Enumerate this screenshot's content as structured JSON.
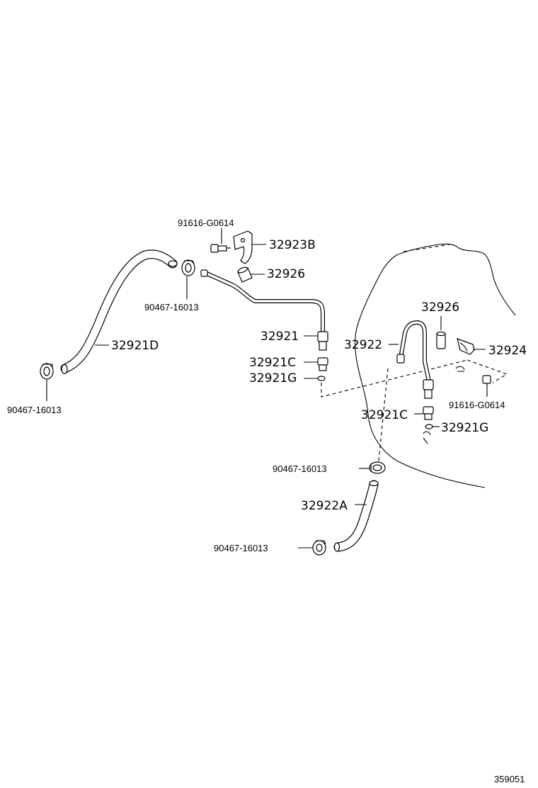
{
  "labels": {
    "bolt_top": "91616-G0614",
    "bracket_b": "32923B",
    "sleeve_top": "32926",
    "clamp_upper": "90467-16013",
    "hose_d": "32921D",
    "clamp_left": "90467-16013",
    "tube_32921": "32921",
    "plug_c_left": "32921C",
    "ring_g_left": "32921G",
    "tube_32922": "32922",
    "sleeve_right": "32926",
    "bracket_32924": "32924",
    "bolt_right": "91616-G0614",
    "plug_c_right": "32921C",
    "ring_g_right": "32921G",
    "clamp_mid": "90467-16013",
    "hose_a": "32922A",
    "clamp_bottom": "90467-16013"
  },
  "diagram_ref": "359051"
}
